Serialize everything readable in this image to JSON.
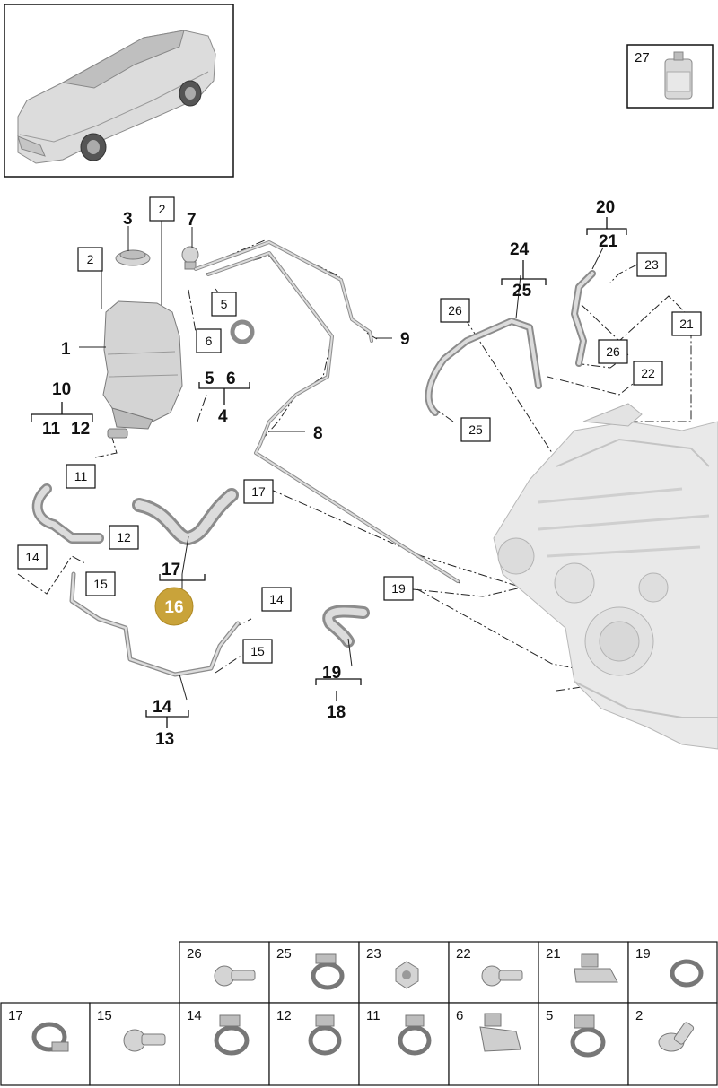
{
  "callout_labels": {
    "n1": "1",
    "n3": "3",
    "n7": "7",
    "n9": "9",
    "n10": "10",
    "n11": "11",
    "n12": "12",
    "n5": "5",
    "n6": "6",
    "n4": "4",
    "n8": "8",
    "n17": "17",
    "n16": "16",
    "n14": "14",
    "n13": "13",
    "n19": "19",
    "n18": "18",
    "n24": "24",
    "n25": "25",
    "n20": "20",
    "n21": "21"
  },
  "boxed_labels": {
    "b2a": "2",
    "b2b": "2",
    "b5": "5",
    "b6": "6",
    "b11": "11",
    "b12": "12",
    "b14a": "14",
    "b15a": "15",
    "b14b": "14",
    "b15b": "15",
    "b17": "17",
    "b19": "19",
    "b26a": "26",
    "b25": "25",
    "b23": "23",
    "b21": "21",
    "b26b": "26",
    "b22": "22",
    "b27": "27"
  },
  "highlight": {
    "label": "16",
    "color": "#c9a33a"
  },
  "parts_table": {
    "row1": [
      "26",
      "25",
      "23",
      "22",
      "21",
      "19"
    ],
    "row2": [
      "17",
      "15",
      "14",
      "12",
      "11",
      "6",
      "5",
      "2"
    ]
  }
}
